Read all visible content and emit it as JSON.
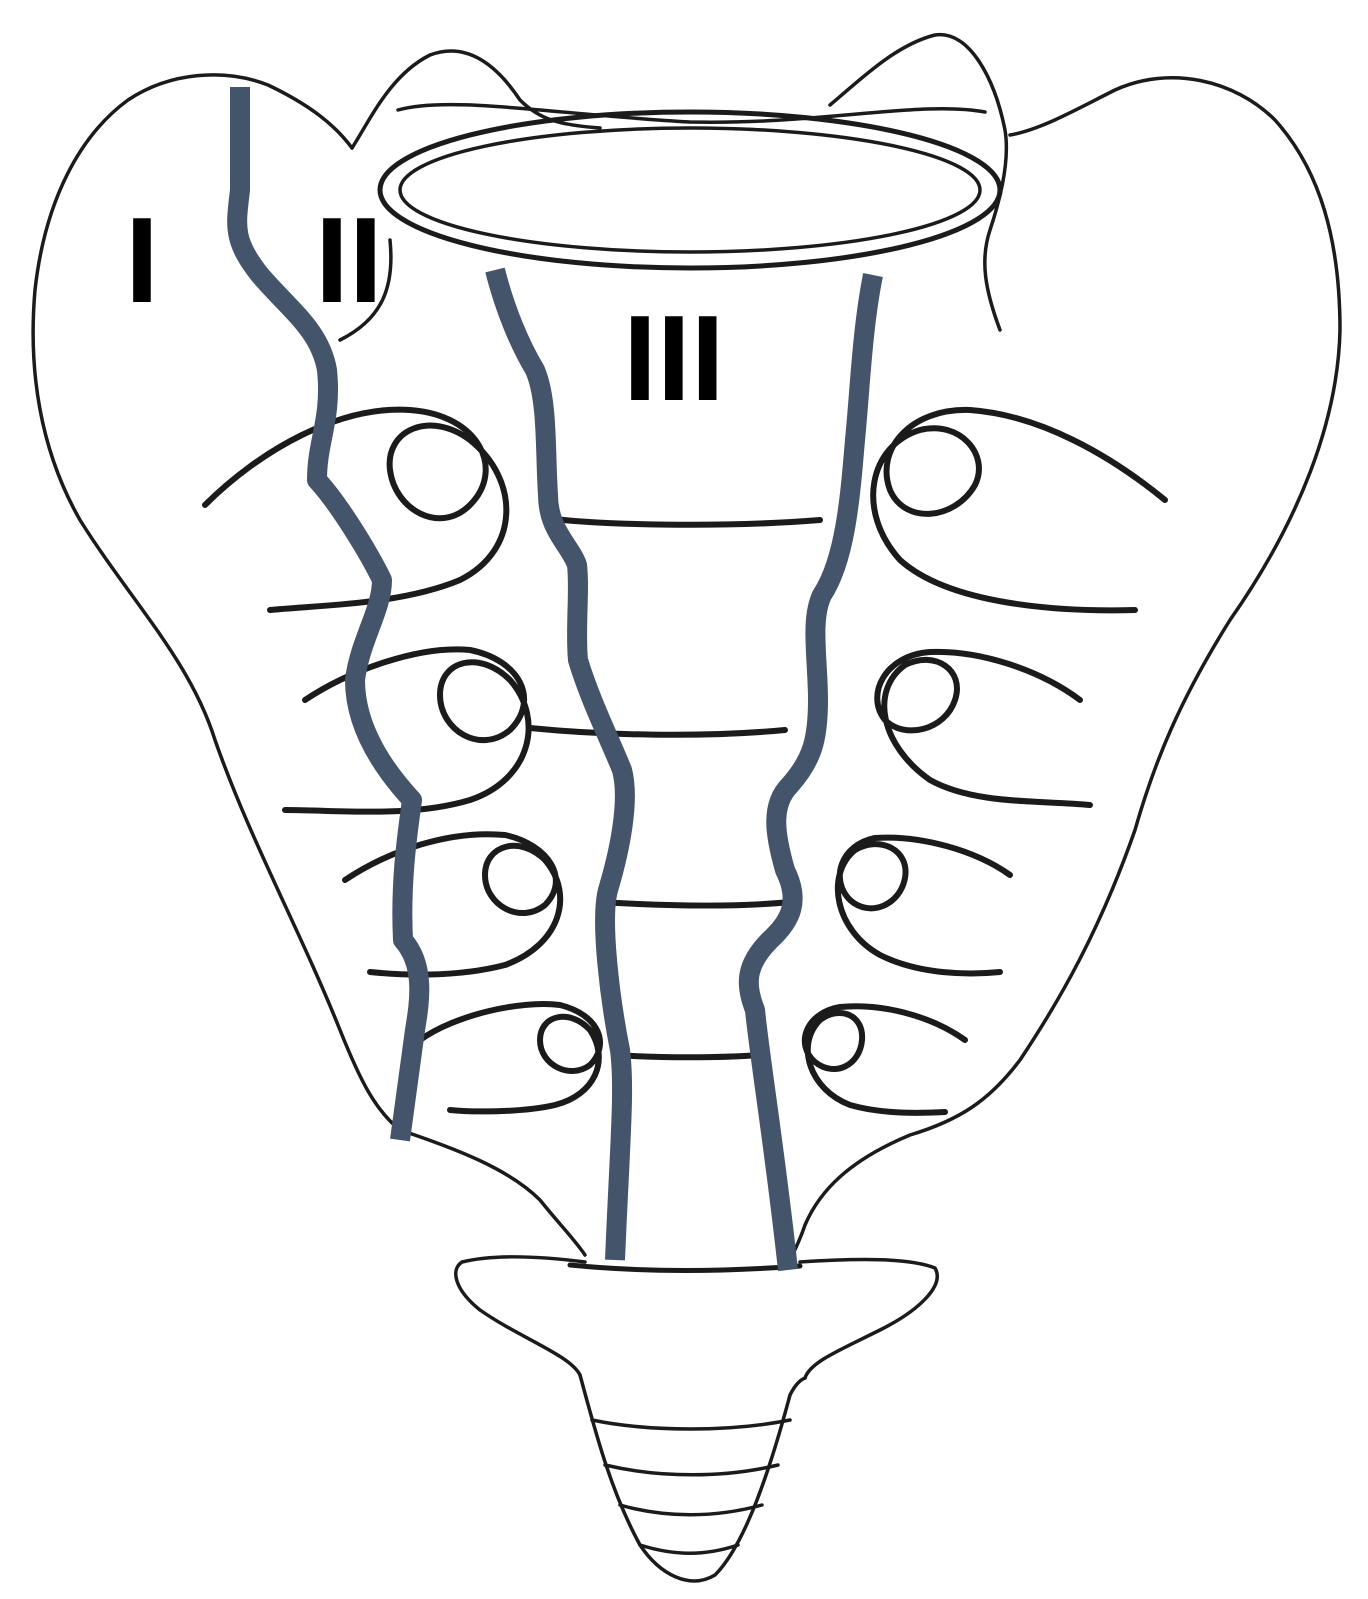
{
  "diagram": {
    "zones": [
      {
        "id": "zone-1",
        "label": "I"
      },
      {
        "id": "zone-2",
        "label": "II"
      },
      {
        "id": "zone-3",
        "label": "III"
      }
    ],
    "colors": {
      "boundary_line": "#44546a",
      "bone_outline": "#1b1b1b",
      "label_text": "#000000",
      "background": "#ffffff"
    }
  }
}
